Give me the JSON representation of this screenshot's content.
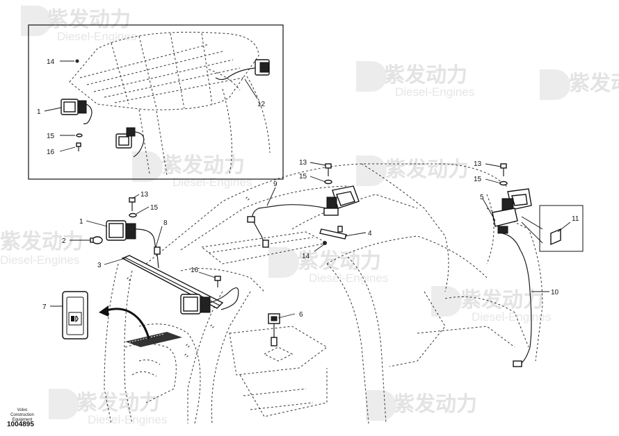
{
  "watermark": {
    "brand_cn": "紫发动力",
    "brand_en": "Diesel-Engines"
  },
  "callouts": {
    "inset": {
      "c14": "14",
      "c1": "1",
      "c15": "15",
      "c16": "16",
      "c12": "12"
    },
    "main": {
      "c13a": "13",
      "c15a": "15",
      "c1": "1",
      "c2": "2",
      "c8": "8",
      "c3": "3",
      "c16": "16",
      "c7": "7",
      "c9": "9",
      "c13b": "13",
      "c15b": "15",
      "c4": "4",
      "c14": "14",
      "c6": "6",
      "c13c": "13",
      "c15c": "15",
      "c5": "5",
      "c11": "11",
      "c10": "10"
    }
  },
  "footer": {
    "maker_line1": "Volvo Construction",
    "maker_line2": "Equipment",
    "drawing_number": "1004895"
  },
  "icons": {
    "work_light": "work-light-icon",
    "switch": "light-switch-icon"
  }
}
